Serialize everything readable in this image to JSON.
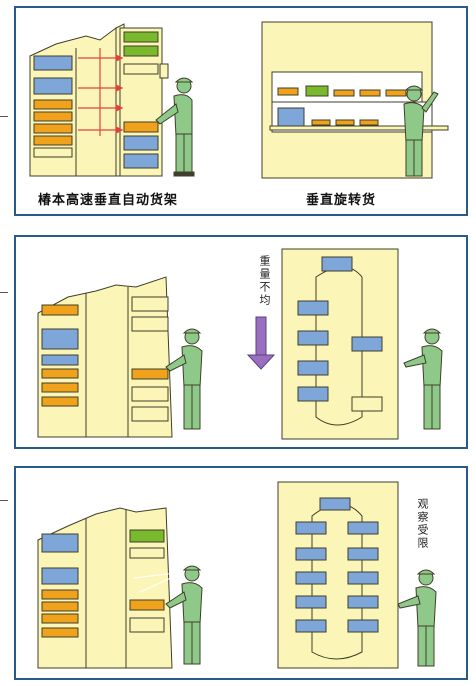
{
  "panels": [
    {
      "caption_left": "椿本高速垂直自动货架",
      "caption_right": "垂直旋转货"
    },
    {
      "note": "重量不均"
    },
    {
      "note": "观察受限"
    }
  ],
  "colors": {
    "cabinet": "#fbf6b8",
    "outline": "#3f3f2a",
    "tray_orange": "#f0a21c",
    "tray_blue": "#7fa6d9",
    "tray_green": "#7ab82e",
    "worker": "#8fc98a",
    "arrow_red": "#e0433b",
    "arrow_purple": "#9a6fbf",
    "frame": "#2a5a8c"
  }
}
